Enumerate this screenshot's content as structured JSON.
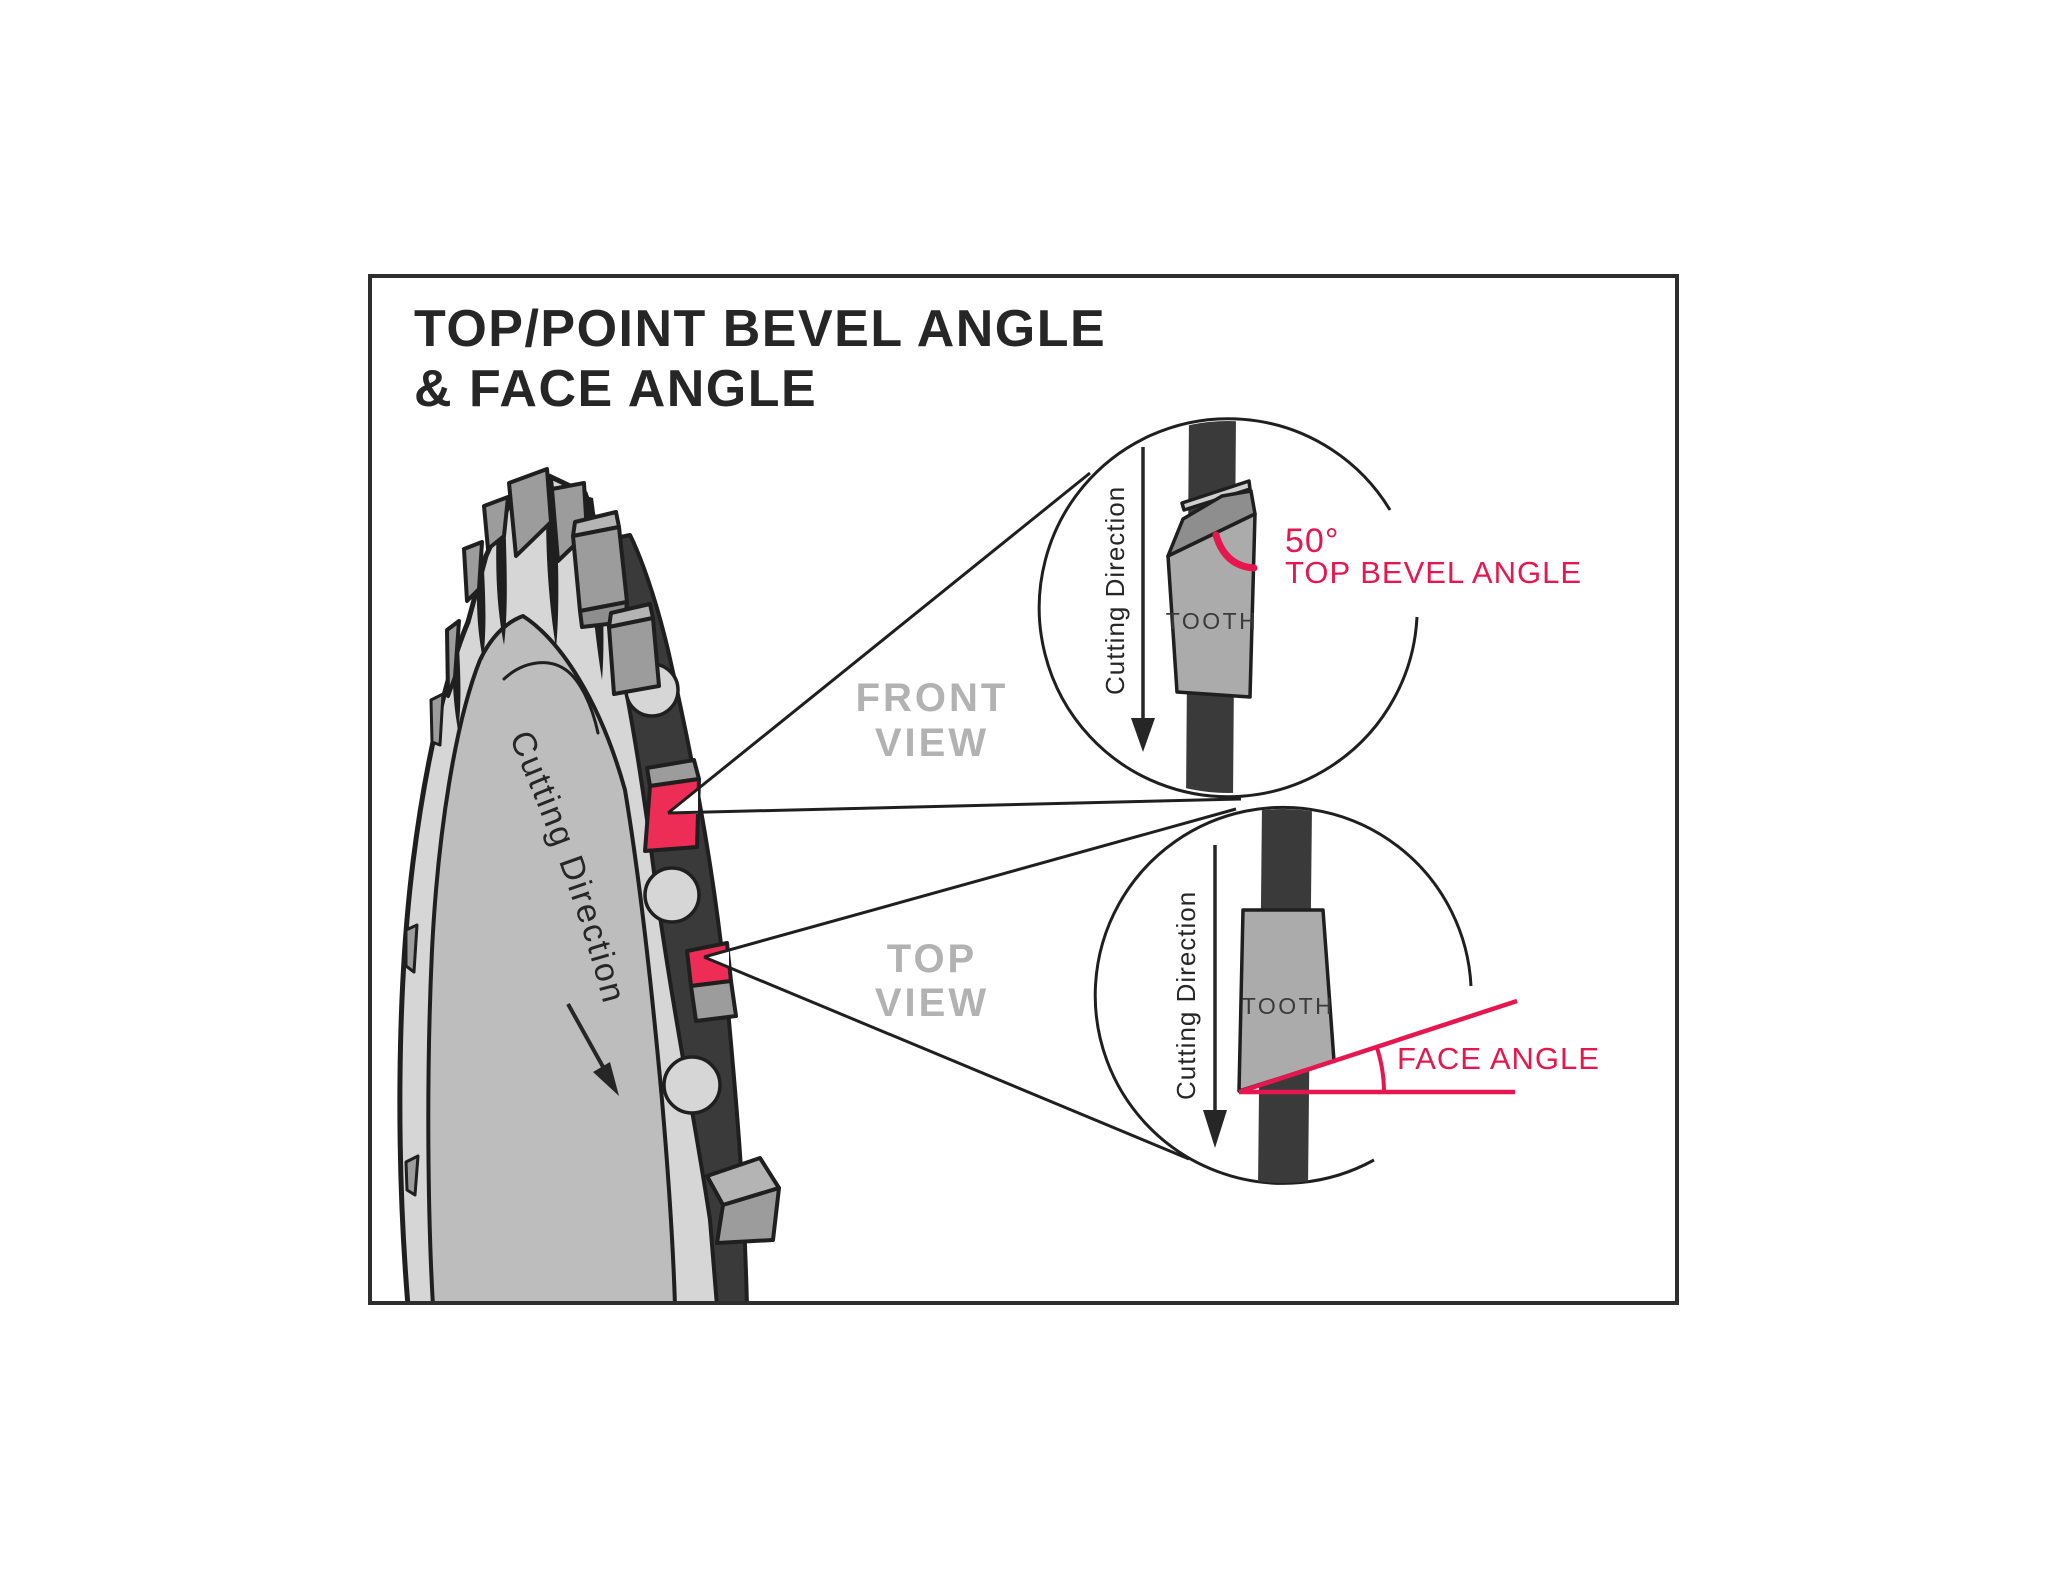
{
  "title": {
    "line1": "TOP/POINT BEVEL ANGLE",
    "line2": "& FACE ANGLE"
  },
  "blade": {
    "cutting_direction_label": "Cutting Direction"
  },
  "views": {
    "front": {
      "label_line1": "FRONT",
      "label_line2": "VIEW"
    },
    "top": {
      "label_line1": "TOP",
      "label_line2": "VIEW"
    }
  },
  "front_view_detail": {
    "cutting_direction_label": "Cutting Direction",
    "tooth_label": "TOOTH",
    "angle_value": "50°",
    "angle_label": "TOP BEVEL ANGLE"
  },
  "top_view_detail": {
    "cutting_direction_label": "Cutting Direction",
    "tooth_label": "TOOTH",
    "angle_label": "FACE ANGLE"
  },
  "colors": {
    "accent_red": "#e6174f",
    "tooth_red": "#ee2d57",
    "label_gray": "#b2b2b2",
    "ink": "#262626",
    "outline": "#1f1f1f",
    "blade_body": "#d6d6d6",
    "blade_inner": "#bdbdbd",
    "tooth_gray": "#9c9c9c",
    "tooth_gray_light": "#b4b4b4",
    "detail_tooth_gray": "#ababab",
    "bevel_gray": "#8e8e8e",
    "edge_dark": "#3a3a3a"
  }
}
